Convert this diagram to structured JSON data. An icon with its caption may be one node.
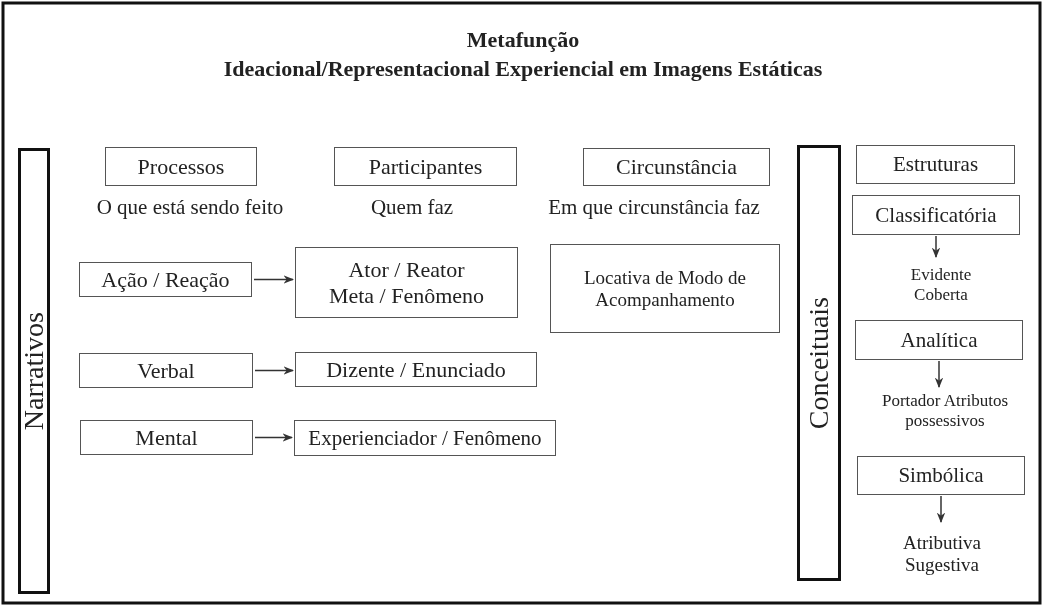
{
  "diagram": {
    "title": "Metafunção Ideacional/Representacional Experiencial em Imagens Estáticas",
    "nodes": [
      {
        "text": [
          "Narrativos"
        ]
      },
      {
        "text": [
          "Processos"
        ]
      },
      {
        "text": [
          "Participantes"
        ]
      },
      {
        "text": [
          "Circunstância"
        ]
      },
      {
        "text": [
          "Conceituais"
        ]
      },
      {
        "text": [
          "Estruturas"
        ]
      },
      {
        "text": [
          "Ação / Reação"
        ]
      },
      {
        "text": [
          "Ator / Reator Meta / Fenômeno"
        ]
      },
      {
        "text": [
          "Locativa de Modo de Acompanhamento"
        ]
      },
      {
        "text": [
          "Classificatória"
        ]
      },
      {
        "text": [
          "Evidente Coberta"
        ]
      },
      {
        "text": [
          "Verbal"
        ]
      },
      {
        "text": [
          "Dizente / Enunciado"
        ]
      },
      {
        "text": [
          "Analítica"
        ]
      },
      {
        "text": [
          "Portador Atributos possessivos"
        ]
      },
      {
        "text": [
          "Mental"
        ]
      },
      {
        "text": [
          "Experienciador / Fenômeno"
        ]
      },
      {
        "text": [
          "Simbólica"
        ]
      },
      {
        "text": [
          "Atributiva Sugestiva"
        ]
      }
    ],
    "edges": [
      {
        "from": 6,
        "to": 7,
        "arrow": "to"
      },
      {
        "from": 9,
        "to": 10,
        "arrow": "to"
      },
      {
        "from": 11,
        "to": 12,
        "arrow": "to"
      },
      {
        "from": 13,
        "to": 14,
        "arrow": "to"
      },
      {
        "from": 15,
        "to": 16,
        "arrow": "to"
      },
      {
        "from": 17,
        "to": 18,
        "arrow": "to"
      }
    ],
    "labels": [
      "O que está sendo feito",
      "Quem faz",
      "Em que circunstância faz"
    ]
  }
}
